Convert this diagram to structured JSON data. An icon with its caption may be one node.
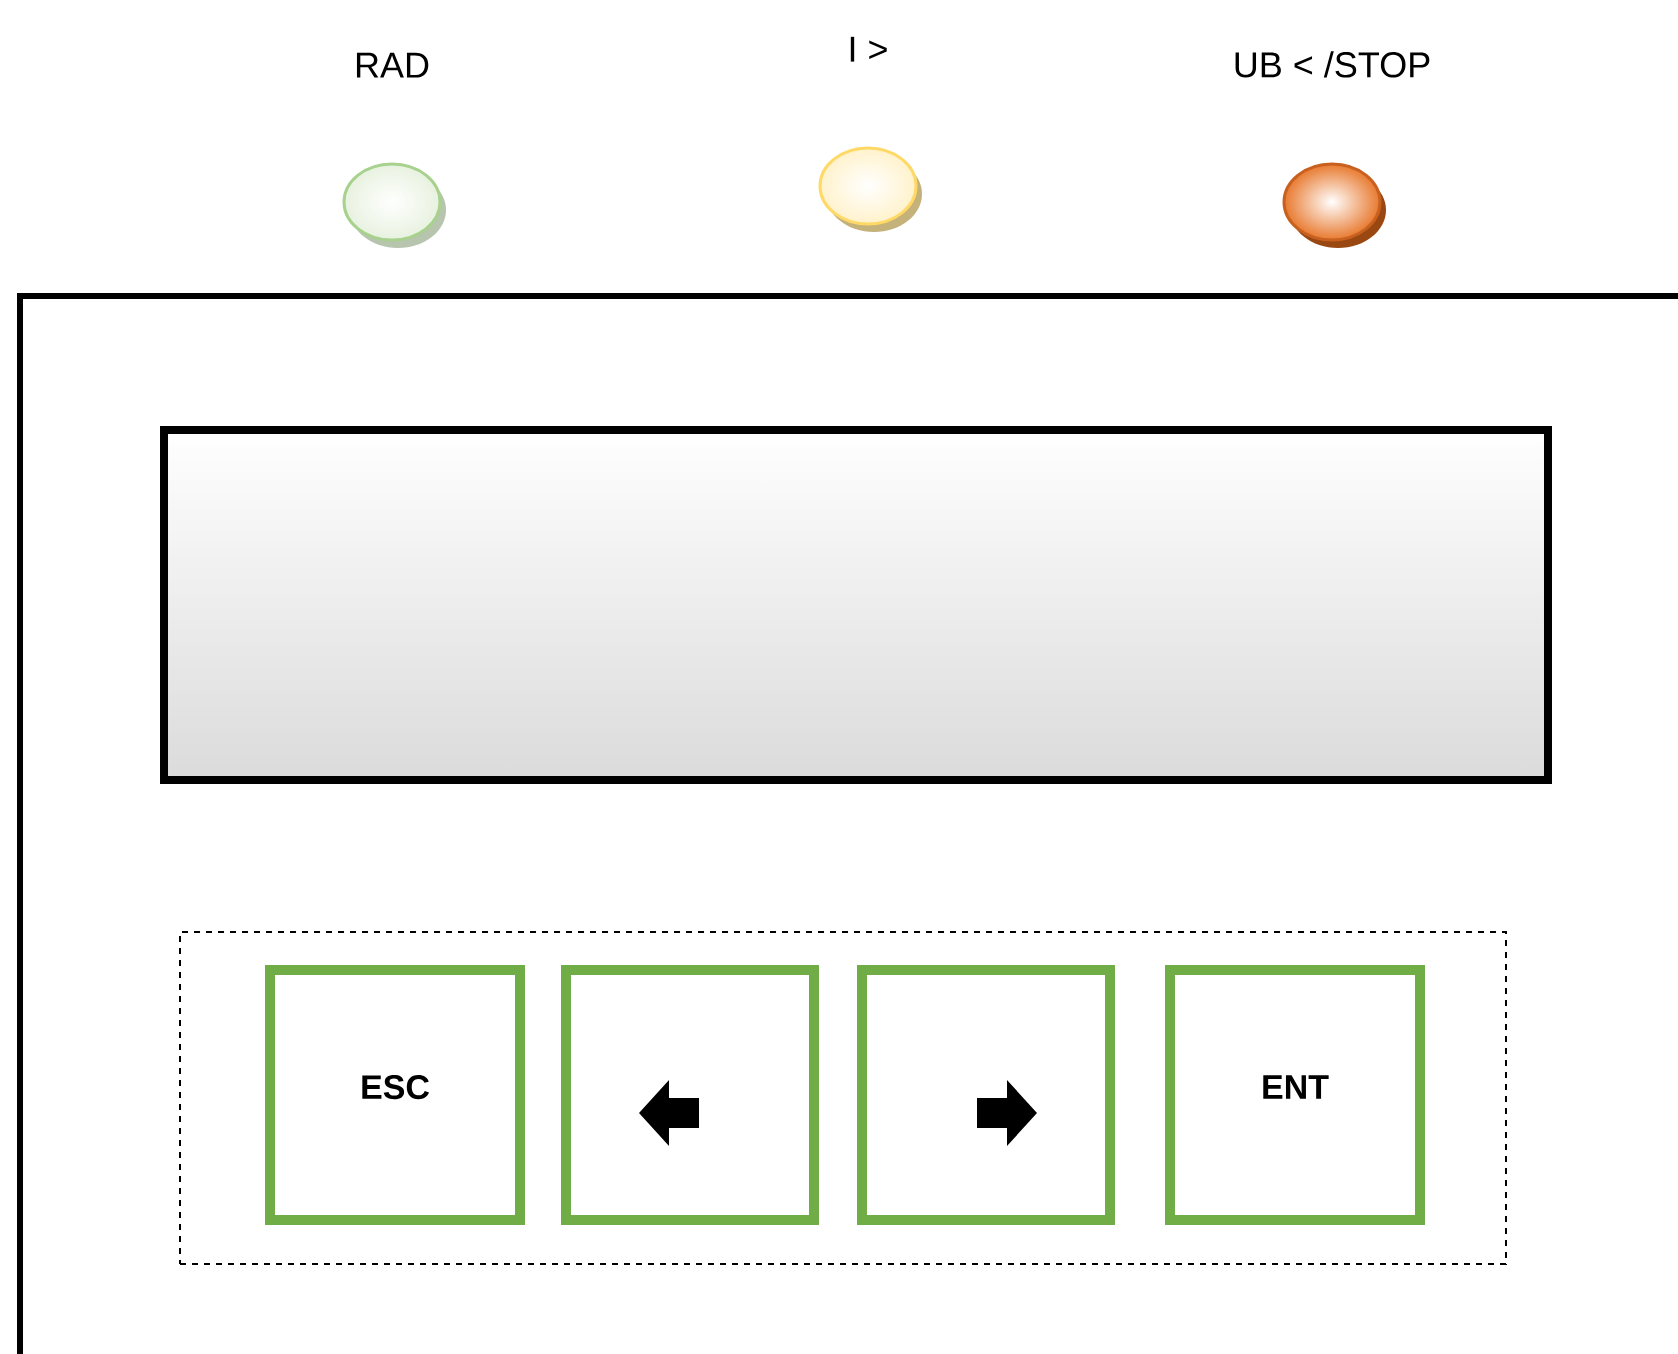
{
  "diagram": {
    "nodes": [
      {
        "text": [
          "RAD"
        ]
      },
      {
        "text": [
          "I >"
        ]
      },
      {
        "text": [
          "UB < /STOP"
        ]
      },
      {
        "text": [],
        "shape": "box"
      },
      {
        "text": [],
        "shape": "box",
        "in": 3
      },
      {
        "text": [],
        "shape": "box",
        "in": 3
      },
      {
        "text": [
          "ESC"
        ],
        "in": 5
      },
      {
        "text": [],
        "shape": "box",
        "in": 5
      },
      {
        "text": [],
        "shape": "box",
        "in": 5
      },
      {
        "text": [
          "ENT"
        ],
        "in": 5
      }
    ]
  }
}
